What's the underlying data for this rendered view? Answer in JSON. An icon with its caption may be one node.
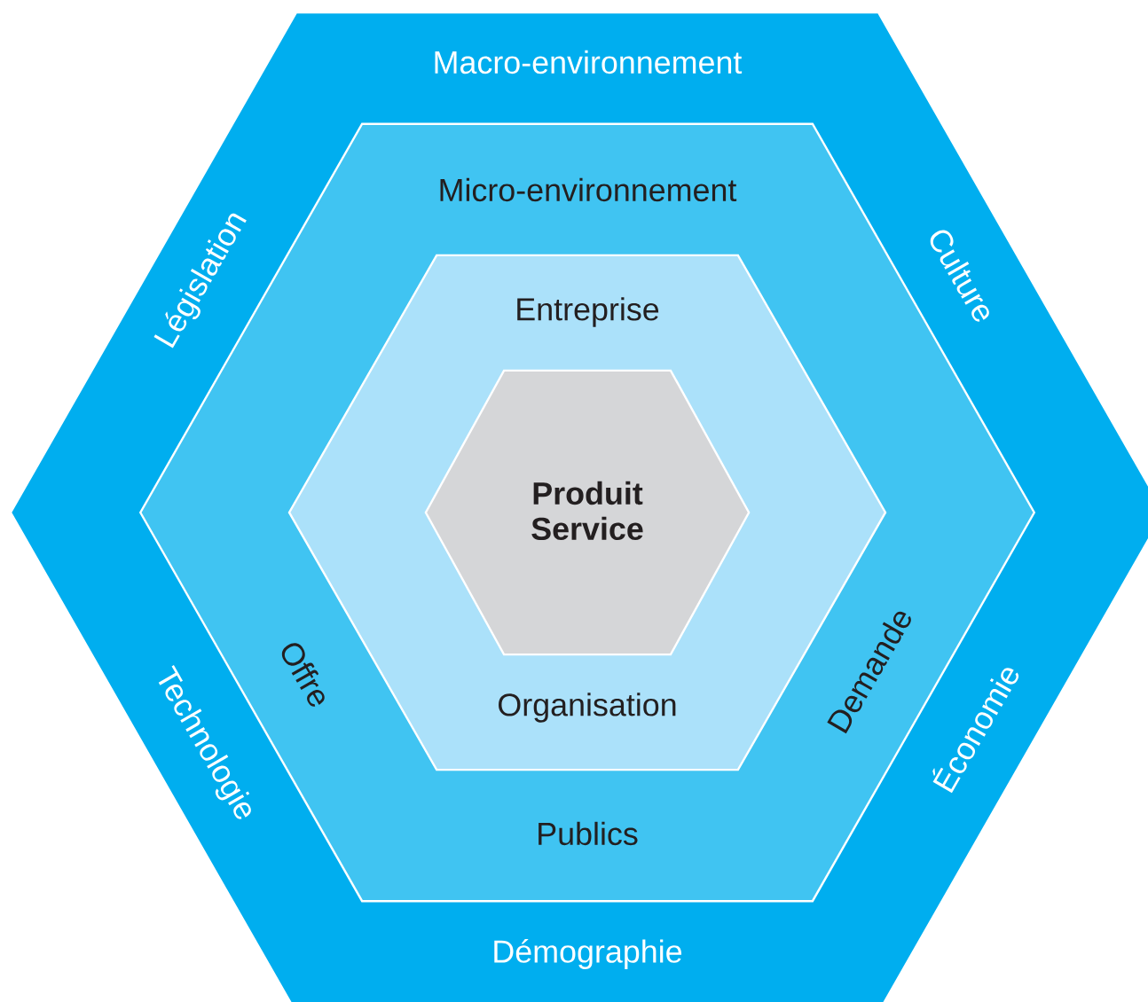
{
  "diagram": {
    "nodes": [
      {
        "text": [
          "Macro-environnement",
          "Législation",
          "Culture",
          "Technologie",
          "Économie",
          "Démographie"
        ]
      },
      {
        "text": [
          "Micro-environnement",
          "Offre",
          "Demande",
          "Publics"
        ],
        "in": 0
      },
      {
        "text": [
          "Entreprise",
          "Organisation"
        ],
        "in": 1
      },
      {
        "text": [
          "Produit Service"
        ],
        "in": 2
      }
    ]
  }
}
